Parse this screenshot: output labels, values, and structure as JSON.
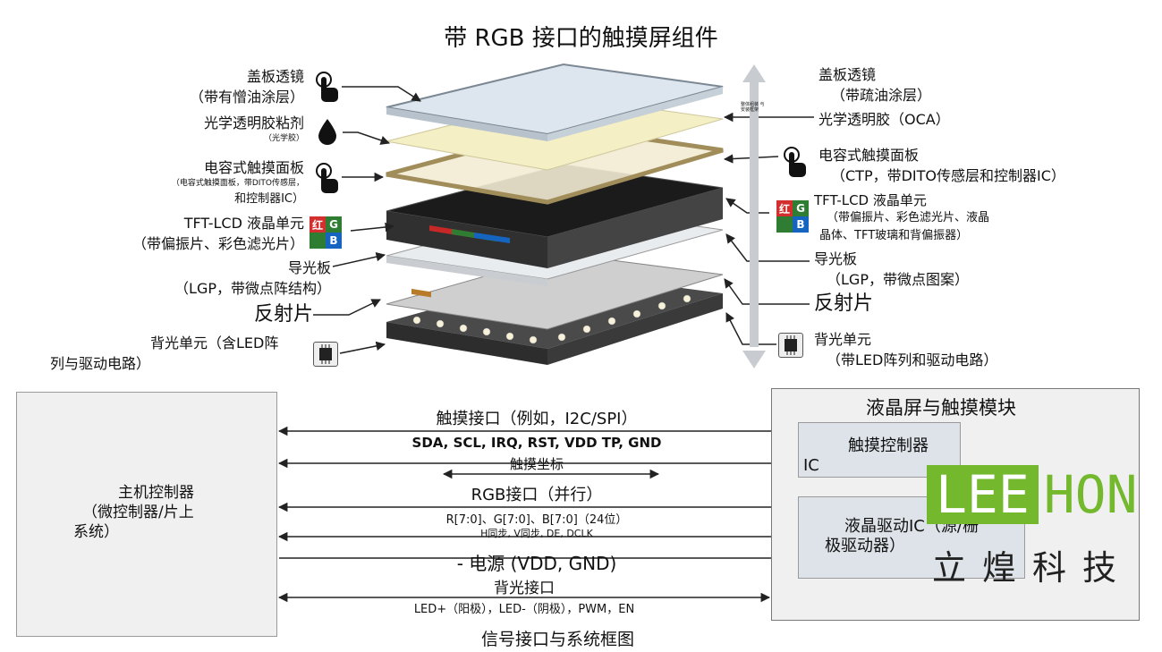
{
  "title": "带 RGB 接口的触摸屏组件",
  "left_labels": {
    "cover_lens": [
      "盖板透镜",
      "（带有憎油涂层）"
    ],
    "oca": "光学透明胶粘剂",
    "oca_sub": "（光学胶）",
    "ctp": "电容式触摸面板",
    "ctp_sub": "（电容式触摸面板，带DITO传感层，",
    "ctp_sub2": "和控制器IC）",
    "tft": [
      "TFT-LCD 液晶单元",
      "（带偏振片、彩色滤光片）"
    ],
    "lgp": [
      "导光板",
      "（LGP，带微点阵结构）"
    ],
    "reflector": "反射片",
    "backlight": [
      "背光单元（含LED阵",
      "列与驱动电路）"
    ]
  },
  "right_labels": {
    "cover_lens": [
      "盖板透镜",
      "（带疏油涂层）"
    ],
    "oca": "光学透明胶（OCA）",
    "ctp": [
      "电容式触摸面板",
      "（CTP，带DITO传感层和控制器IC）"
    ],
    "tft": [
      "TFT-LCD 液晶单元",
      "（带偏振片、彩色滤光片、液晶",
      "晶体、TFT玻璃和背偏振器）"
    ],
    "lgp": [
      "导光板",
      "（LGP，带微点图案）"
    ],
    "reflector": "反射片",
    "backlight": [
      "背光单元",
      "（带LED阵列和驱动电路）"
    ],
    "arrow_note": "整体组装 与安装框架"
  },
  "rgb_icon": {
    "red": "红",
    "green": "G",
    "blue": "B"
  },
  "host": {
    "label": [
      "主机控制器",
      "（微控制器/片上",
      "系统）"
    ]
  },
  "module": {
    "title": "液晶屏与触摸模块",
    "touch_ctrl": "触摸控制器",
    "touch_ic": "IC",
    "lcd_driver": [
      "液晶驱动IC（源/栅",
      "极驱动器）"
    ]
  },
  "signals": {
    "touch_if": "触摸接口（例如，I2C/SPI）",
    "touch_pins": "SDA, SCL, IRQ, RST, VDD  TP, GND",
    "touch_coord": "触摸坐标",
    "rgb_if": "RGB接口（并行）",
    "rgb_bits": "R[7:0]、G[7:0]、B[7:0]（24位）",
    "sync": "H同步, V同步, DE, DCLK",
    "power": "- 电源 (VDD, GND)",
    "backlight_if": "背光接口",
    "backlight_pins": "LED+（阳极），LED-（阴极），PWM，EN"
  },
  "bottom_caption": "信号接口与系统框图",
  "logo": {
    "latin_left": "LEE",
    "latin_right": "HON",
    "chinese": "立煌科技"
  },
  "colors": {
    "logo_green": "#74b82d",
    "box_fill": "#f0f0f0",
    "arrow_gray": "#c8ccd0"
  }
}
